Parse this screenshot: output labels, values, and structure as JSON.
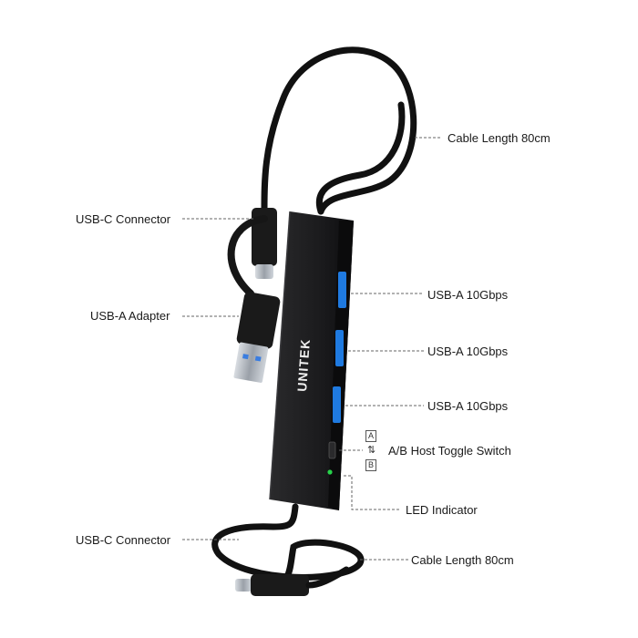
{
  "product": {
    "brand": "UNITEK",
    "port_marks": {
      "a_b": "A⇌B",
      "a": "A",
      "b": "B"
    }
  },
  "callouts": {
    "cable_top": "Cable Length 80cm",
    "usbc_top": "USB-C Connector",
    "usba_adapter": "USB-A Adapter",
    "port1": "USB-A 10Gbps",
    "port2": "USB-A 10Gbps",
    "port3": "USB-A 10Gbps",
    "toggle": "A/B Host Toggle Switch",
    "toggle_a": "A",
    "toggle_b": "B",
    "toggle_arrows": "⇅",
    "led": "LED Indicator",
    "usbc_bottom": "USB-C Connector",
    "cable_bottom": "Cable Length 80cm"
  },
  "colors": {
    "hub_body": "#1c1c1e",
    "port_blue": "#1f7ae0",
    "led_green": "#27d24a",
    "cable": "#111111",
    "leader_line": "#666666"
  }
}
